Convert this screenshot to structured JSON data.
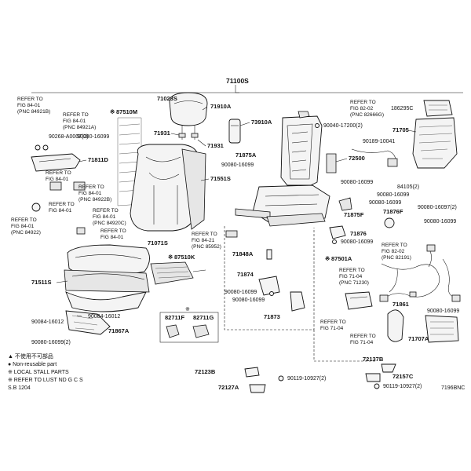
{
  "assembly_number": "71100S",
  "parts": {
    "p71023S": "71023S",
    "p87510M": "87510M",
    "p71910A": "71910A",
    "p71931a": "71931",
    "p71931b": "71931",
    "p73910A": "73910A",
    "p71875A": "71875A",
    "p90080_16099_a": "90080-16099",
    "p71551S": "71551S",
    "p71071S": "71071S",
    "p87510K": "87510K",
    "p71511S": "71511S",
    "p90084_16012_a": "90084-16012",
    "p90084_16012_b": "90084-16012",
    "p90080_16099_2": "90080-16099(2)",
    "p71867A": "71867A",
    "p90268": "90268-A0007(2)",
    "p90080_16099_b": "90080-16099",
    "p71811D": "71811D",
    "p71848A": "71848A",
    "p71874": "71874",
    "p90080_16099_c": "90080-16099",
    "p90080_16099_d": "90080-16099",
    "p71873": "71873",
    "p82711F": "82711F",
    "p82711G": "82711G",
    "p72123B": "72123B",
    "p72127A": "72127A",
    "p90119_a": "90119-10927(2)",
    "p186295C": "186295C",
    "p90040": "90040-17200(2)",
    "p71705": "71705",
    "p90189": "90189-10041",
    "p72500": "72500",
    "p90080_16099_e": "90080-16099",
    "p90080_16099_f": "90080-16099",
    "p90080_16099_g": "90080-16099",
    "p84105": "84105(2)",
    "p90080_16097": "90080-16097(2)",
    "p71875F": "71875F",
    "p71876F": "71876F",
    "p71876": "71876",
    "p90080_16099_h": "90080-16099",
    "p90080_16099_i": "90080-16099",
    "p87501A": "87501A",
    "p71861": "71861",
    "p90080_16099_j": "90080-16099",
    "p71707A": "71707A",
    "p72137B": "72137B",
    "p72157C": "72157C",
    "p90119_b": "90119-10927(2)"
  },
  "references": {
    "r1": [
      "REFER TO",
      "FIG 84-01",
      "(PNC 84921B)"
    ],
    "r2": [
      "REFER TO",
      "FIG 84-01",
      "(PNC 84921A)"
    ],
    "r3": [
      "REFER TO",
      "FIG 84-01"
    ],
    "r4": [
      "REFER TO",
      "FIG 84-01",
      "(PNC 84922B)"
    ],
    "r5": [
      "REFER TO",
      "FIG 84-01"
    ],
    "r6": [
      "REFER TO",
      "FIG 84-01",
      "(PNC 84920C)"
    ],
    "r7": [
      "REFER TO",
      "FIG 84-01",
      "(PNC 84922)"
    ],
    "r8": [
      "REFER TO",
      "FIG 84-01"
    ],
    "r9": [
      "REFER TO",
      "FIG 84-21",
      "(PNC 85952)"
    ],
    "r10": [
      "REFER TO",
      "FIG 82-02",
      "(PNC 82666G)"
    ],
    "r11": [
      "REFER TO",
      "FIG 82-02",
      "(PNC 82191)"
    ],
    "r12": [
      "REFER TO",
      "FIG 71-04",
      "(PNC 71230)"
    ],
    "r13": [
      "REFER TO",
      "FIG 71-04"
    ],
    "r14": [
      "REFER TO",
      "FIG 71-04"
    ]
  },
  "legend": {
    "l1": "▲ 不使用不可部品",
    "l2": "● Non-reusable part",
    "l3": "※ LOCAL STALL PARTS",
    "l4": "※ REFER TO LUST ND G C S",
    "l5": "S.B 1204"
  },
  "footer_code": "7196BNC",
  "icons": {
    "non_reusable": "filled-circle",
    "not_used": "filled-triangle",
    "local": "reference-mark"
  }
}
